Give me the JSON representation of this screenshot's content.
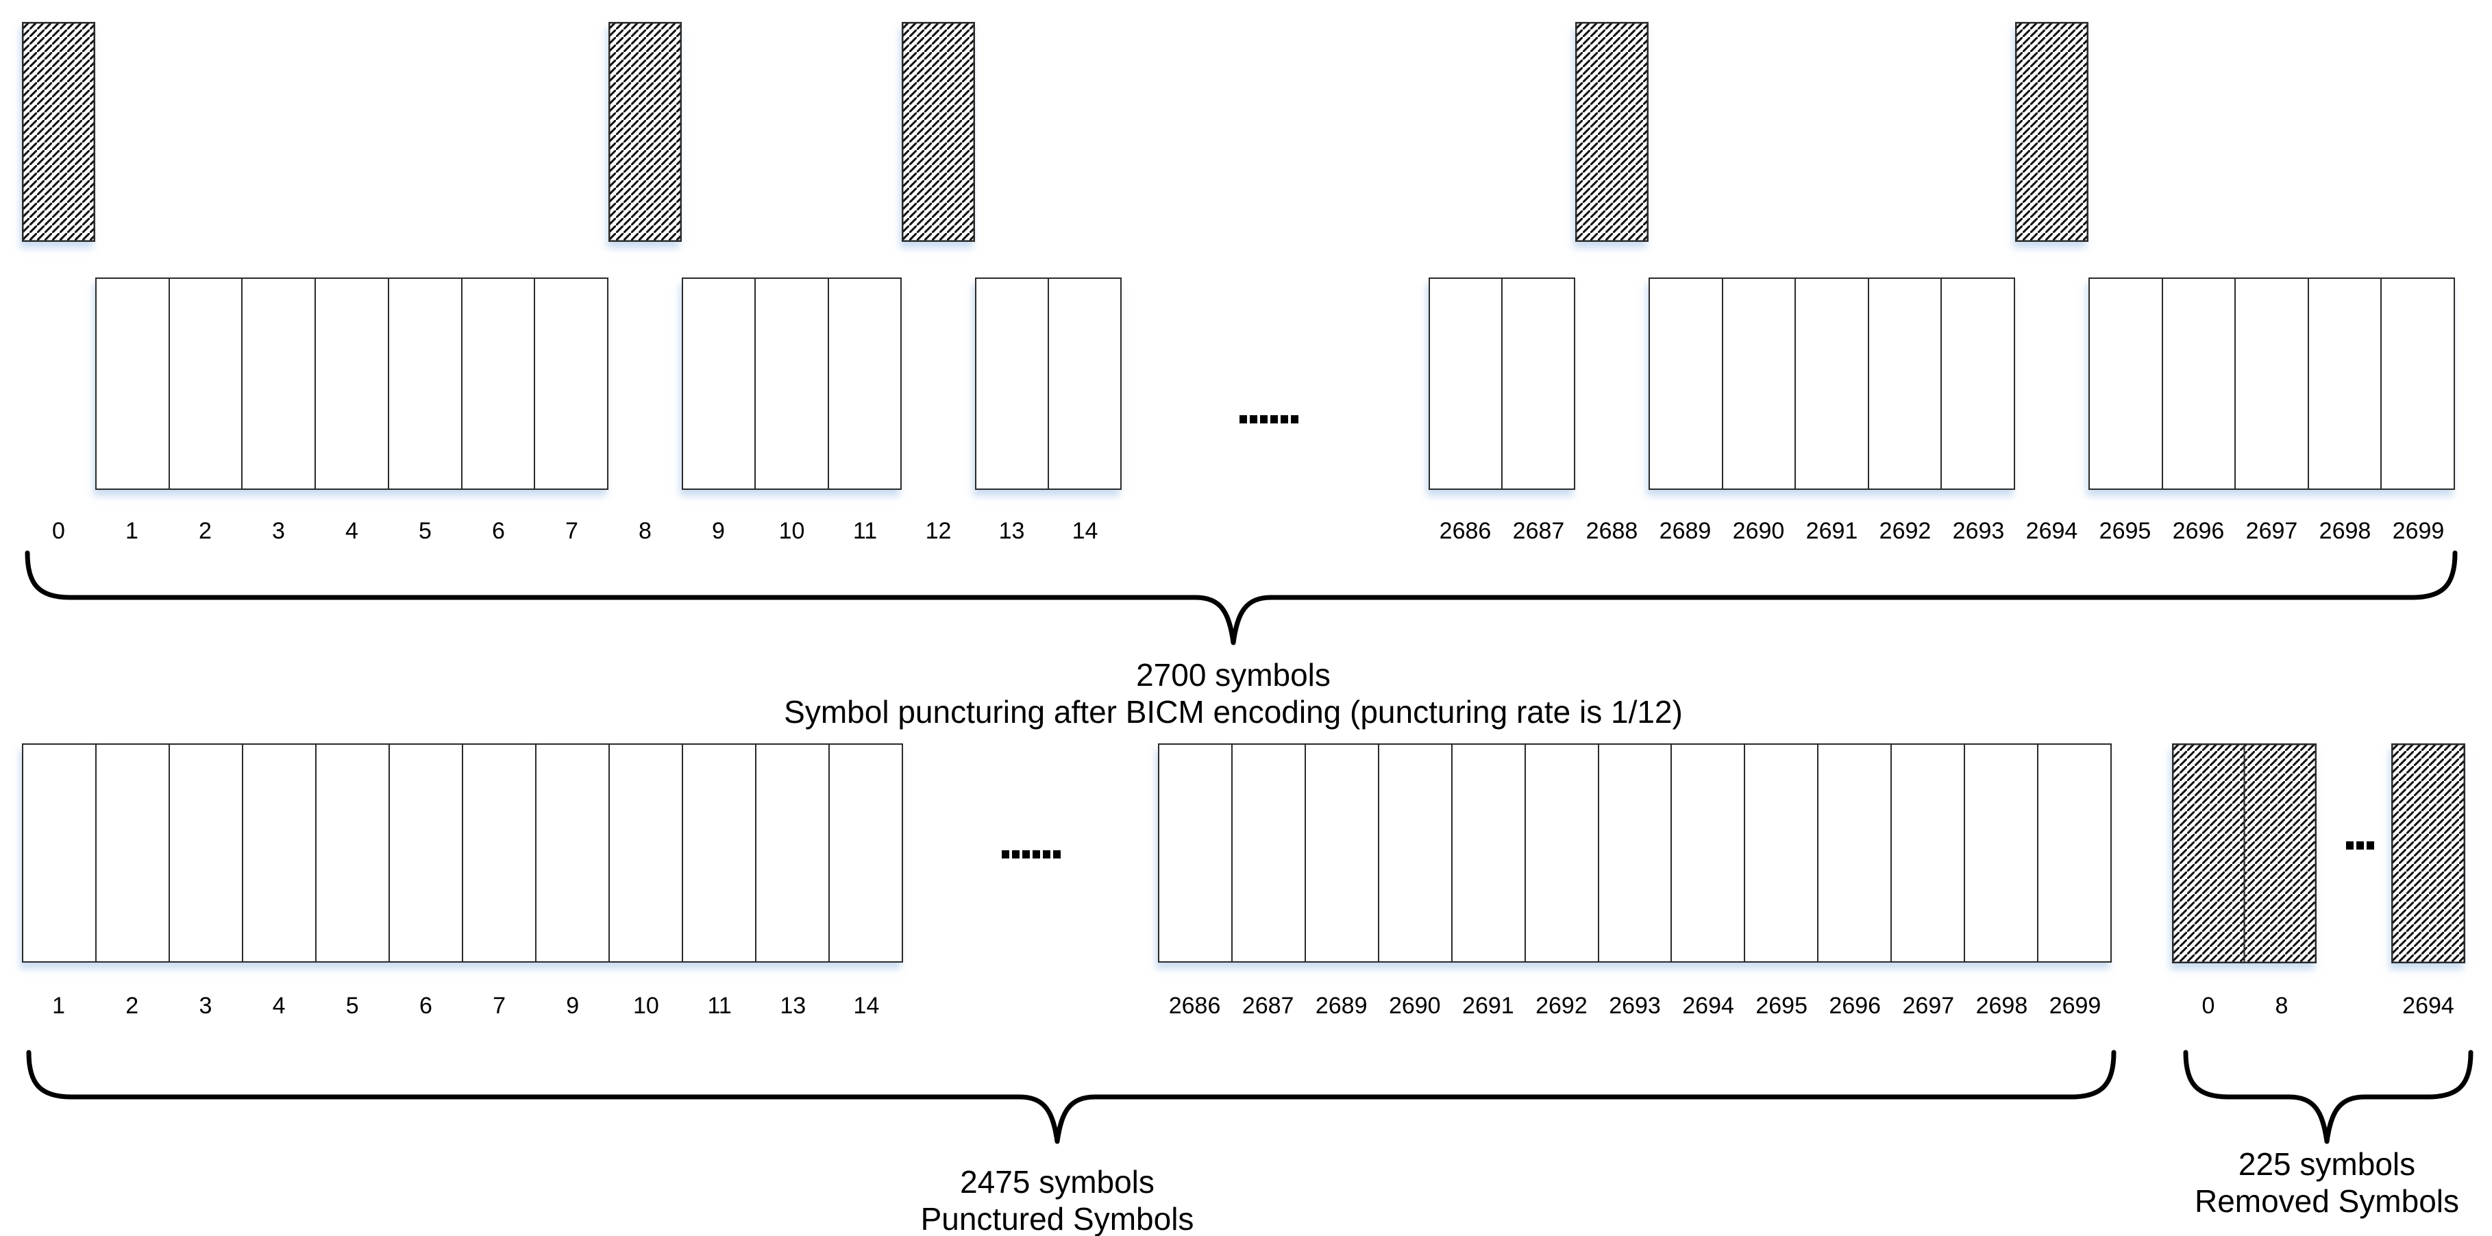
{
  "top_row": {
    "punctured_indices": [
      "0",
      "8",
      "12",
      "2688",
      "2694"
    ],
    "labels_left": [
      "0",
      "1",
      "2",
      "3",
      "4",
      "5",
      "6",
      "7",
      "8",
      "9",
      "10",
      "11",
      "12",
      "13",
      "14"
    ],
    "labels_right": [
      "2686",
      "2687",
      "2688",
      "2689",
      "2690",
      "2691",
      "2692",
      "2693",
      "2694",
      "2695",
      "2696",
      "2697",
      "2698",
      "2699"
    ],
    "ellipsis": "......"
  },
  "top_brace": {
    "line1": "2700 symbols",
    "line2": "Symbol puncturing after BICM encoding (puncturing rate is 1/12)"
  },
  "bottom_row": {
    "labels_left": [
      "1",
      "2",
      "3",
      "4",
      "5",
      "6",
      "7",
      "9",
      "10",
      "11",
      "13",
      "14"
    ],
    "labels_right": [
      "2686",
      "2687",
      "2689",
      "2690",
      "2691",
      "2692",
      "2693",
      "2694",
      "2695",
      "2696",
      "2697",
      "2698",
      "2699"
    ],
    "ellipsis": "......"
  },
  "punctured_brace": {
    "line1": "2475 symbols",
    "line2": "Punctured Symbols"
  },
  "removed_row": {
    "labels": [
      "0",
      "8",
      "2694"
    ],
    "ellipsis": "..."
  },
  "removed_brace": {
    "line1": "225 symbols",
    "line2": "Removed Symbols"
  },
  "colors": {
    "border": "#2b2b2b",
    "hatch": "#111111",
    "shadow": "#bcd2ec",
    "text": "#000000",
    "background": "#ffffff"
  }
}
